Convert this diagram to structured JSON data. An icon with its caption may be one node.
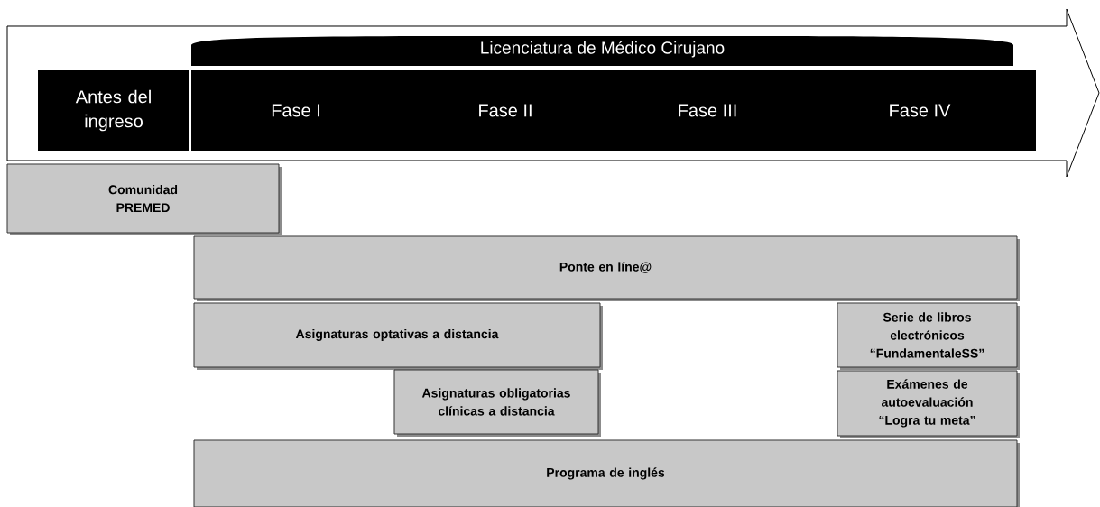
{
  "diagram": {
    "nodes": [
      {
        "text": [],
        "shape": "arrow"
      },
      {
        "text": [
          "Licenciatura de Médico Cirujano"
        ],
        "in": 0
      },
      {
        "text": [
          "Antes del ingreso"
        ],
        "in": 0
      },
      {
        "text": [
          "Fase I",
          "Fase II",
          "Fase III",
          "Fase IV"
        ],
        "in": 0
      },
      {
        "text": [
          "Comunidad PREMED"
        ]
      },
      {
        "text": [
          "Ponte en líne@"
        ]
      },
      {
        "text": [
          "Asignaturas optativas a distancia"
        ]
      },
      {
        "text": [
          "Serie de libros electrónicos “FundamentaleSS”"
        ]
      },
      {
        "text": [
          "Asignaturas obligatorias clínicas a distancia"
        ]
      },
      {
        "text": [
          "Exámenes de autoevaluación “Logra tu meta”"
        ]
      },
      {
        "text": [
          "Programa de inglés"
        ]
      }
    ]
  }
}
